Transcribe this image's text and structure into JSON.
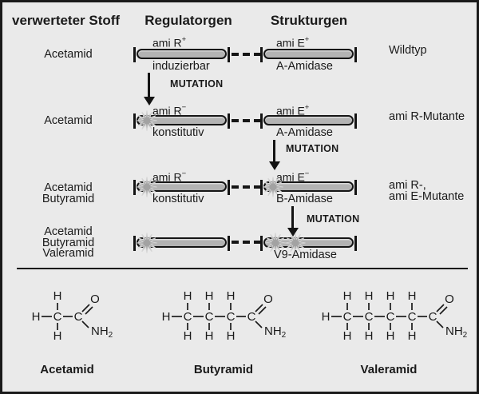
{
  "headers": {
    "substrate": "verwerteter Stoff",
    "regulator": "Regulatorgen",
    "structure": "Strukturgen"
  },
  "mutation_label": "MUTATION",
  "rows": [
    {
      "substrate_lines": [
        "Acetamid"
      ],
      "regulator": {
        "gene": "ami R",
        "sign": "+",
        "state": "induzierbar",
        "mutated": false
      },
      "structure": {
        "gene": "ami E",
        "sign": "+",
        "product": "A-Amidase",
        "mutations": 0
      },
      "right_label_lines": [
        "Wildtyp"
      ]
    },
    {
      "substrate_lines": [
        "Acetamid"
      ],
      "regulator": {
        "gene": "ami R",
        "sign": "−",
        "state": "konstitutiv",
        "mutated": true
      },
      "structure": {
        "gene": "ami E",
        "sign": "+",
        "product": "A-Amidase",
        "mutations": 0
      },
      "right_label_lines": [
        "ami R-Mutante"
      ]
    },
    {
      "substrate_lines": [
        "Acetamid",
        "Butyramid"
      ],
      "regulator": {
        "gene": "ami R",
        "sign": "−",
        "state": "konstitutiv",
        "mutated": true
      },
      "structure": {
        "gene": "ami E",
        "sign": "−",
        "product": "B-Amidase",
        "mutations": 1
      },
      "right_label_lines": [
        "ami R-,",
        "ami E-Mutante"
      ]
    },
    {
      "substrate_lines": [
        "Acetamid",
        "Butyramid",
        "Valeramid"
      ],
      "regulator": {
        "gene": "",
        "sign": "",
        "state": "",
        "mutated": true
      },
      "structure": {
        "gene": "",
        "sign": "",
        "product": "V9-Amidase",
        "mutations": 2
      },
      "right_label_lines": []
    }
  ],
  "molecules": [
    {
      "name": "Acetamid",
      "chain_carbons": 1
    },
    {
      "name": "Butyramid",
      "chain_carbons": 3
    },
    {
      "name": "Valeramid",
      "chain_carbons": 4
    }
  ],
  "atoms": {
    "hydrogen": "H",
    "carbon": "C",
    "oxygen": "O",
    "nitrogen": "NH",
    "nitrogen_sub": "2"
  },
  "colors": {
    "background": "#eaeaea",
    "frame": "#1a1a1a",
    "gene_bar_fill": "#b3b3b3",
    "gene_bar_outline": "#161616",
    "mutation_star": "#a2a2a2",
    "text": "#1a1a1a"
  }
}
